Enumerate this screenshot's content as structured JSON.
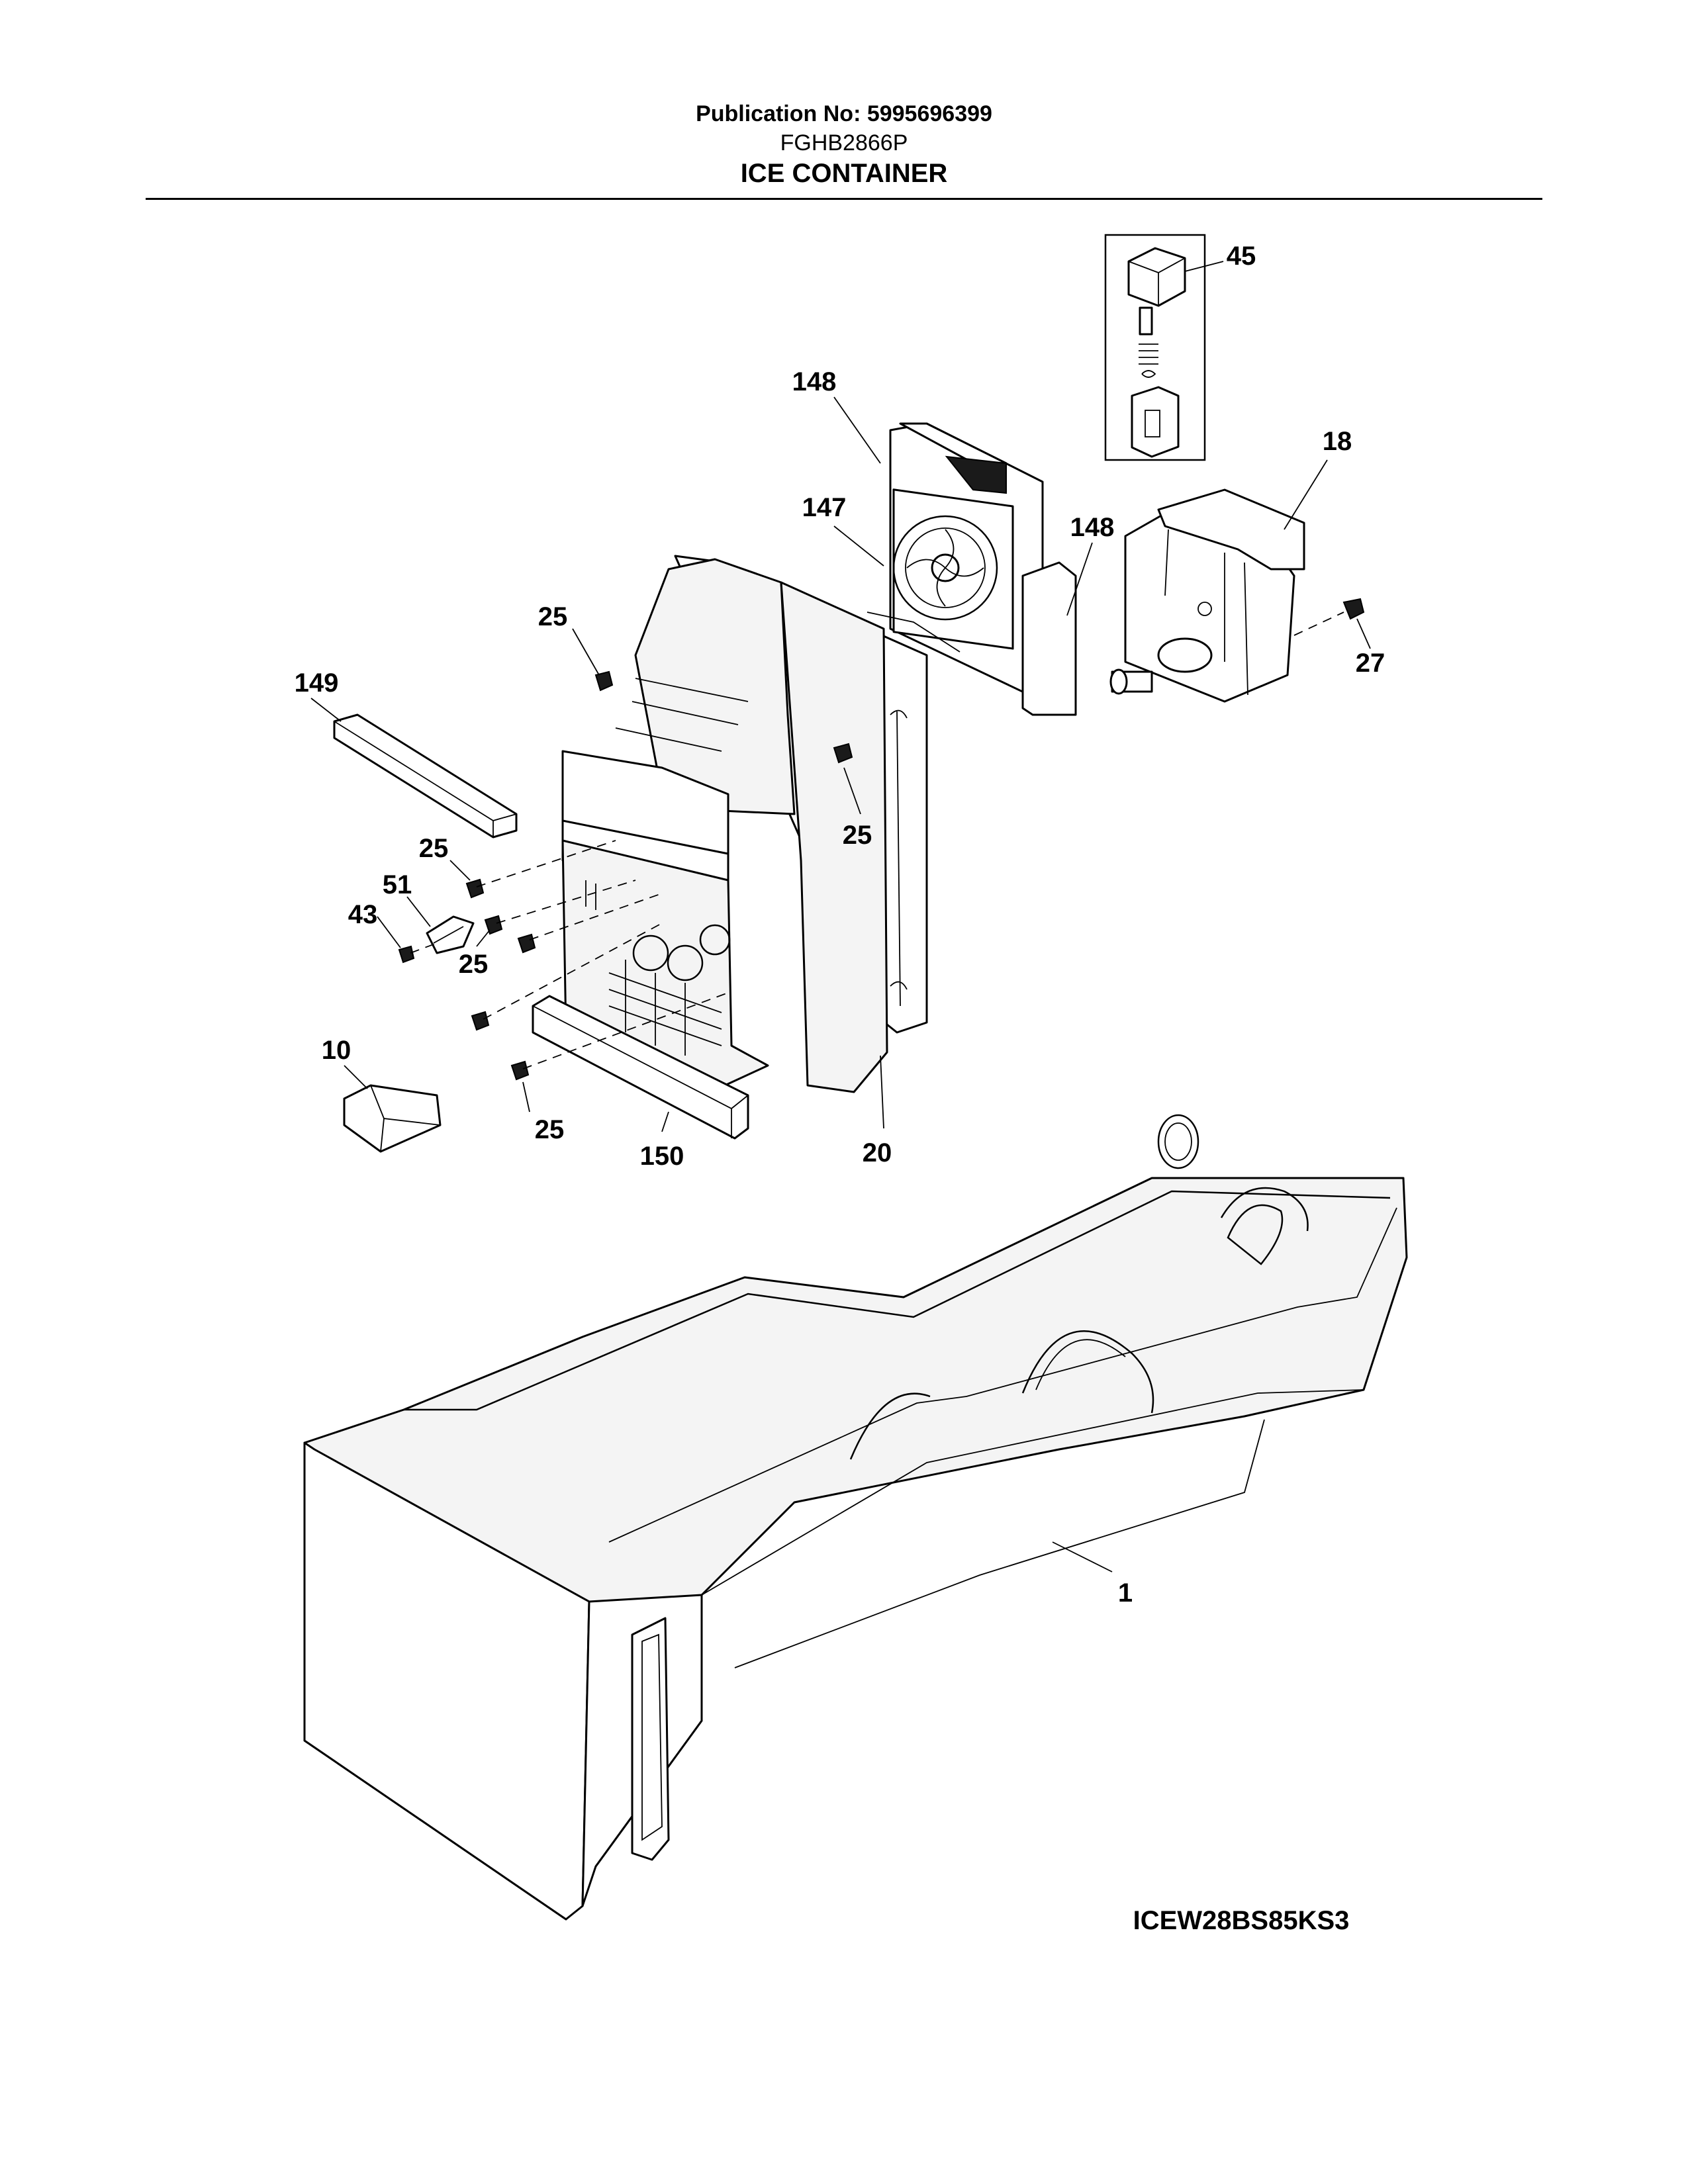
{
  "header": {
    "publication": "Publication No: 5995696399",
    "model": "FGHB2866P",
    "title": "ICE CONTAINER"
  },
  "diagram_code": "ICEW28BS85KS3",
  "callouts": {
    "c45": "45",
    "c148a": "148",
    "c18": "18",
    "c147": "147",
    "c148b": "148",
    "c25a": "25",
    "c27": "27",
    "c149": "149",
    "c25b": "25",
    "c25c": "25",
    "c51": "51",
    "c43": "43",
    "c25d": "25",
    "c10": "10",
    "c25e": "25",
    "c150": "150",
    "c20": "20",
    "c1": "1"
  }
}
